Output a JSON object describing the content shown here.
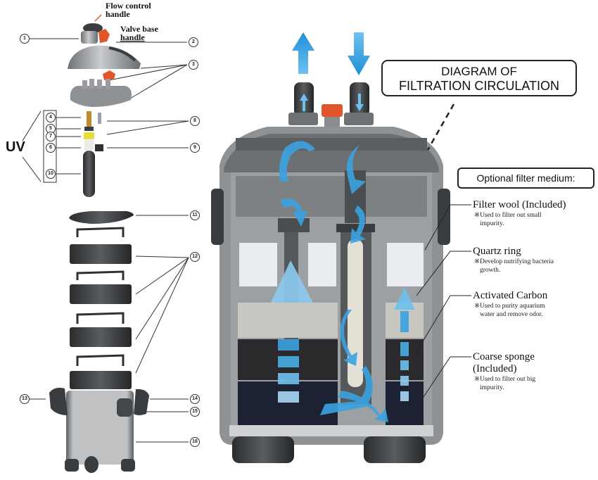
{
  "diagram": {
    "title_line1": "DIAGRAM OF",
    "title_line2": "FILTRATION CIRCULATION",
    "uv_label": "UV",
    "part_labels": {
      "flow_control": "Flow control handle",
      "flow_control_l1": "Flow control",
      "flow_control_l2": "handle",
      "valve_base_l1": "Valve base",
      "valve_base_l2": "handle"
    },
    "callouts": {
      "c1": "1",
      "c2": "2",
      "c3": "3",
      "c4": "4",
      "c5": "5",
      "c6": "6",
      "c7": "7",
      "c10": "10",
      "c8": "8",
      "c9": "9",
      "c11": "11",
      "c12": "12",
      "c13": "13",
      "c14": "14",
      "c15": "15",
      "c16": "16"
    },
    "optional_header": "Optional filter medium:",
    "media": [
      {
        "name": "Filter wool (Included)",
        "note_l1": "※Used to filter out small",
        "note_l2": "impurity."
      },
      {
        "name": "Quartz ring",
        "note_l1": "※Develop nutrifying bacteria",
        "note_l2": "growth."
      },
      {
        "name": "Activated Carbon",
        "note_l1": "※Used to purity aquarium",
        "note_l2": "water and remove odor."
      },
      {
        "name_l1": "Coarse sponge",
        "name_l2": "(Included)",
        "note_l1": "※Used to filter out big",
        "note_l2": "impurity."
      }
    ],
    "colors": {
      "flow_arrow": "#3aa3e0",
      "flow_arrow_light": "#a8d8f5",
      "valve_orange": "#e0562a",
      "housing_grey": "#8a8d90",
      "dark_part": "#2e3033"
    }
  }
}
